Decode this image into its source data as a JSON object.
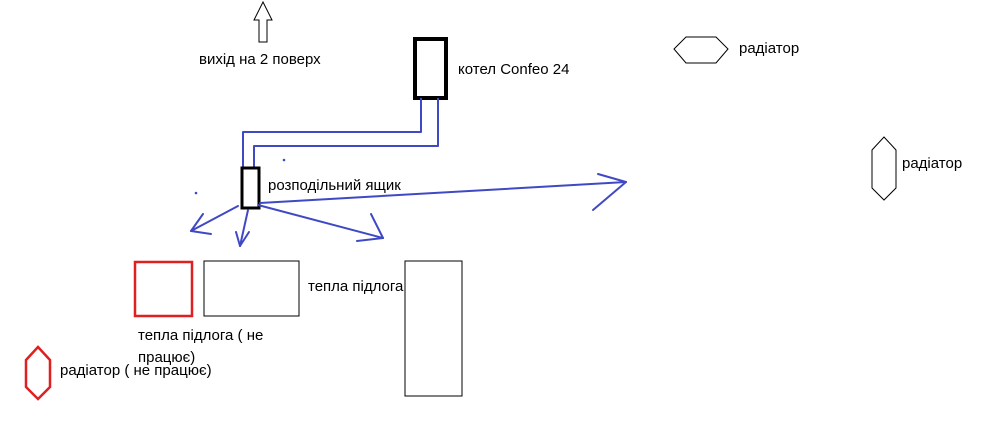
{
  "colors": {
    "pipe": "#4049c4",
    "broken": "#e02020",
    "outline": "#000000",
    "background": "#ffffff"
  },
  "labels": {
    "exit_upstairs": "вихід на 2 поверх",
    "boiler": "котел Confeo 24",
    "distribution_box": "розподільний ящик",
    "radiator_top": "радіатор",
    "radiator_right": "радіатор",
    "floor_heating_working": "тепла підлога",
    "floor_heating_broken": "тепла підлога ( не працює)",
    "radiator_broken": "радіатор ( не працює)"
  },
  "icons": {
    "exit": "arrow-up-icon",
    "boiler": "boiler-icon",
    "box": "distribution-box-icon",
    "radiator": "radiator-hexagon-icon"
  }
}
